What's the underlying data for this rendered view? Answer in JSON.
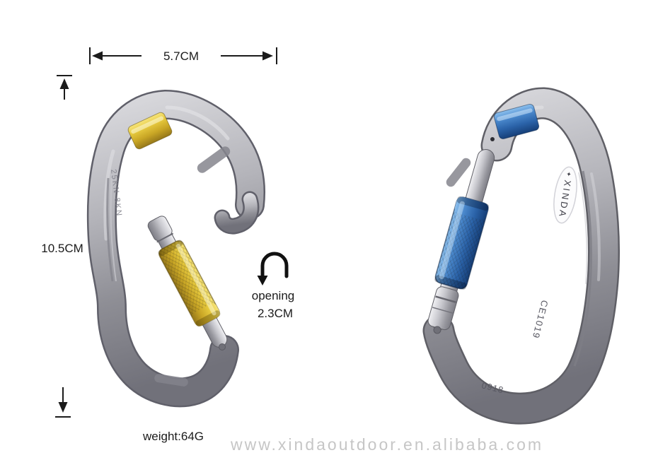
{
  "annotations": {
    "width": "5.7CM",
    "height": "10.5CM",
    "opening_label": "opening",
    "opening_value": "2.3CM",
    "weight": "weight:64G"
  },
  "watermark": "www.xindaoutdoor.en.alibaba.com",
  "left_carabiner": {
    "spine_marking": "25KN 8KN",
    "sleeve_color": "#d9b92a"
  },
  "right_carabiner": {
    "brand": "XINDA",
    "logo_mark": "✦",
    "cert_code": "CE1019",
    "batch_code": "0918",
    "sleeve_color": "#2f6fb5"
  },
  "colors": {
    "metal": "#9a9aa1",
    "accent_gold": "#d9b92a",
    "accent_blue": "#2f6fb5",
    "text": "#1b1b1b",
    "watermark_gray": "#c6c6c6"
  }
}
